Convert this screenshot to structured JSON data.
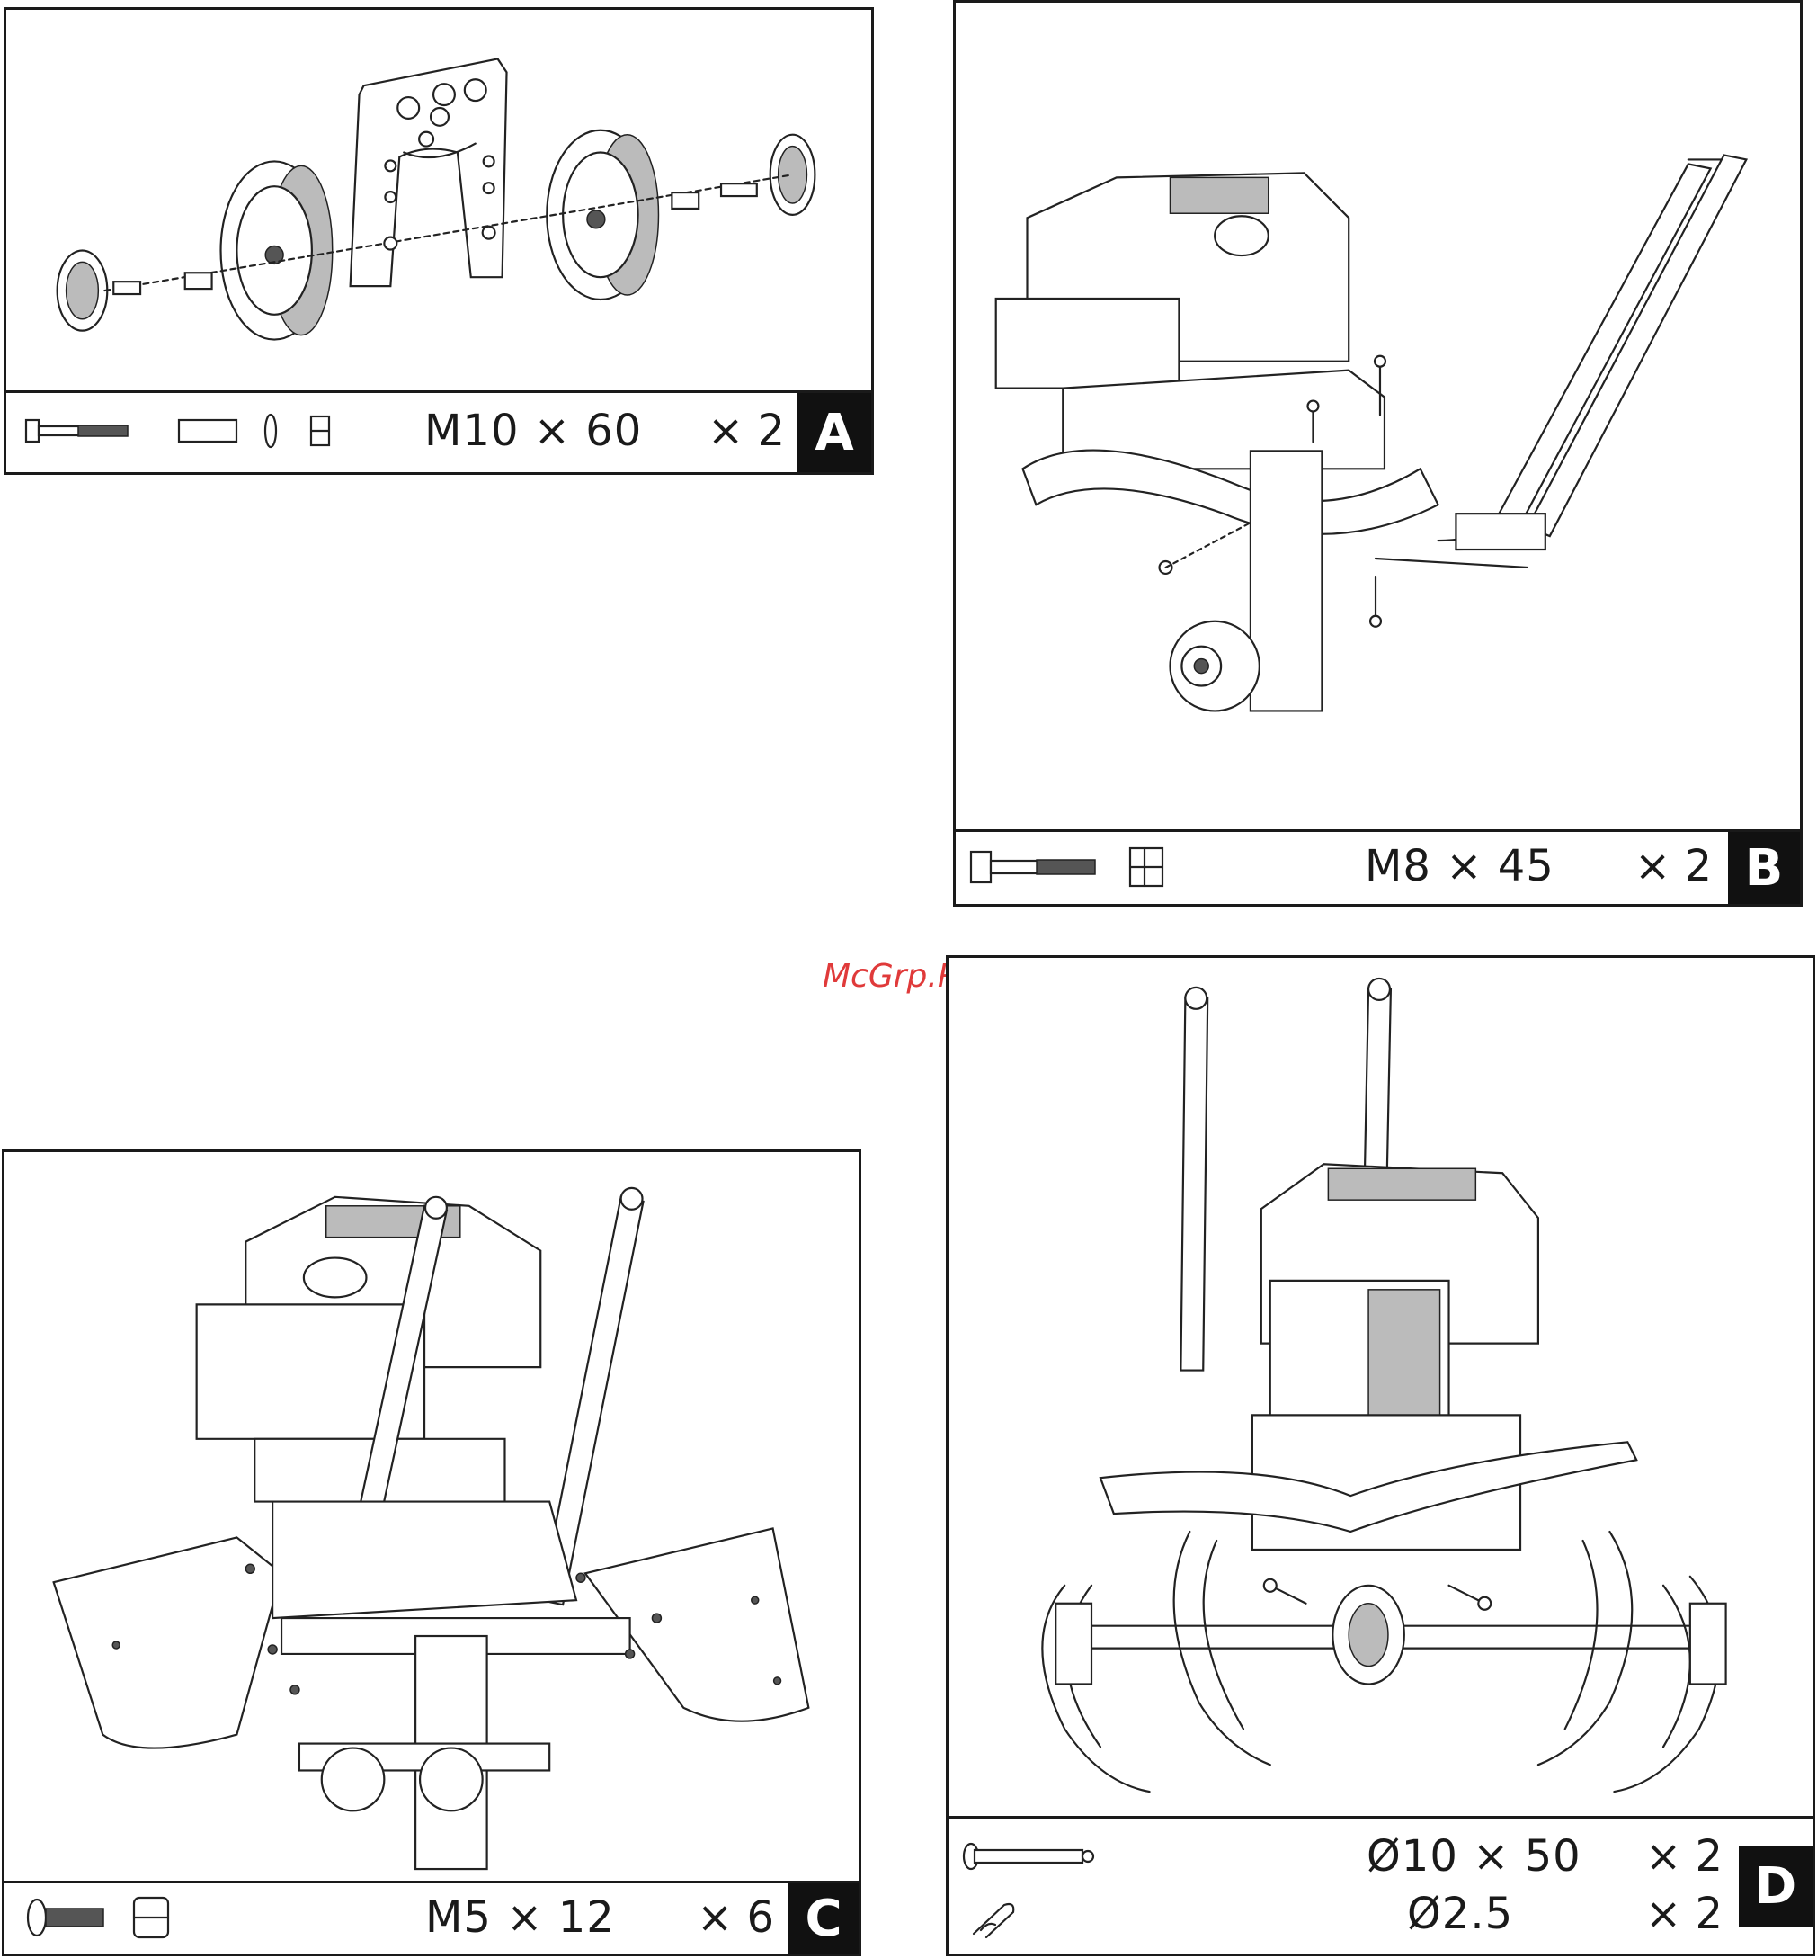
{
  "watermark": "McGrp.Ru",
  "panels": {
    "a": {
      "letter": "A",
      "spec": "M10 × 60",
      "qty": "× 2"
    },
    "b": {
      "letter": "B",
      "spec": "M8 × 45",
      "qty": "× 2"
    },
    "c": {
      "letter": "C",
      "spec": "M5 × 12",
      "qty": "× 6"
    },
    "d": {
      "letter": "D",
      "spec1": "Ø10 × 50",
      "qty1": "× 2",
      "spec2": "Ø2.5",
      "qty2": "× 2"
    }
  },
  "icons": {
    "a": [
      "bolt-icon",
      "spacer-icon",
      "washer-icon",
      "nut-icon"
    ],
    "b": [
      "bolt-icon",
      "nut-icon"
    ],
    "c": [
      "screw-icon",
      "nut-icon"
    ],
    "d": [
      "pin-icon",
      "r-clip-icon"
    ]
  }
}
